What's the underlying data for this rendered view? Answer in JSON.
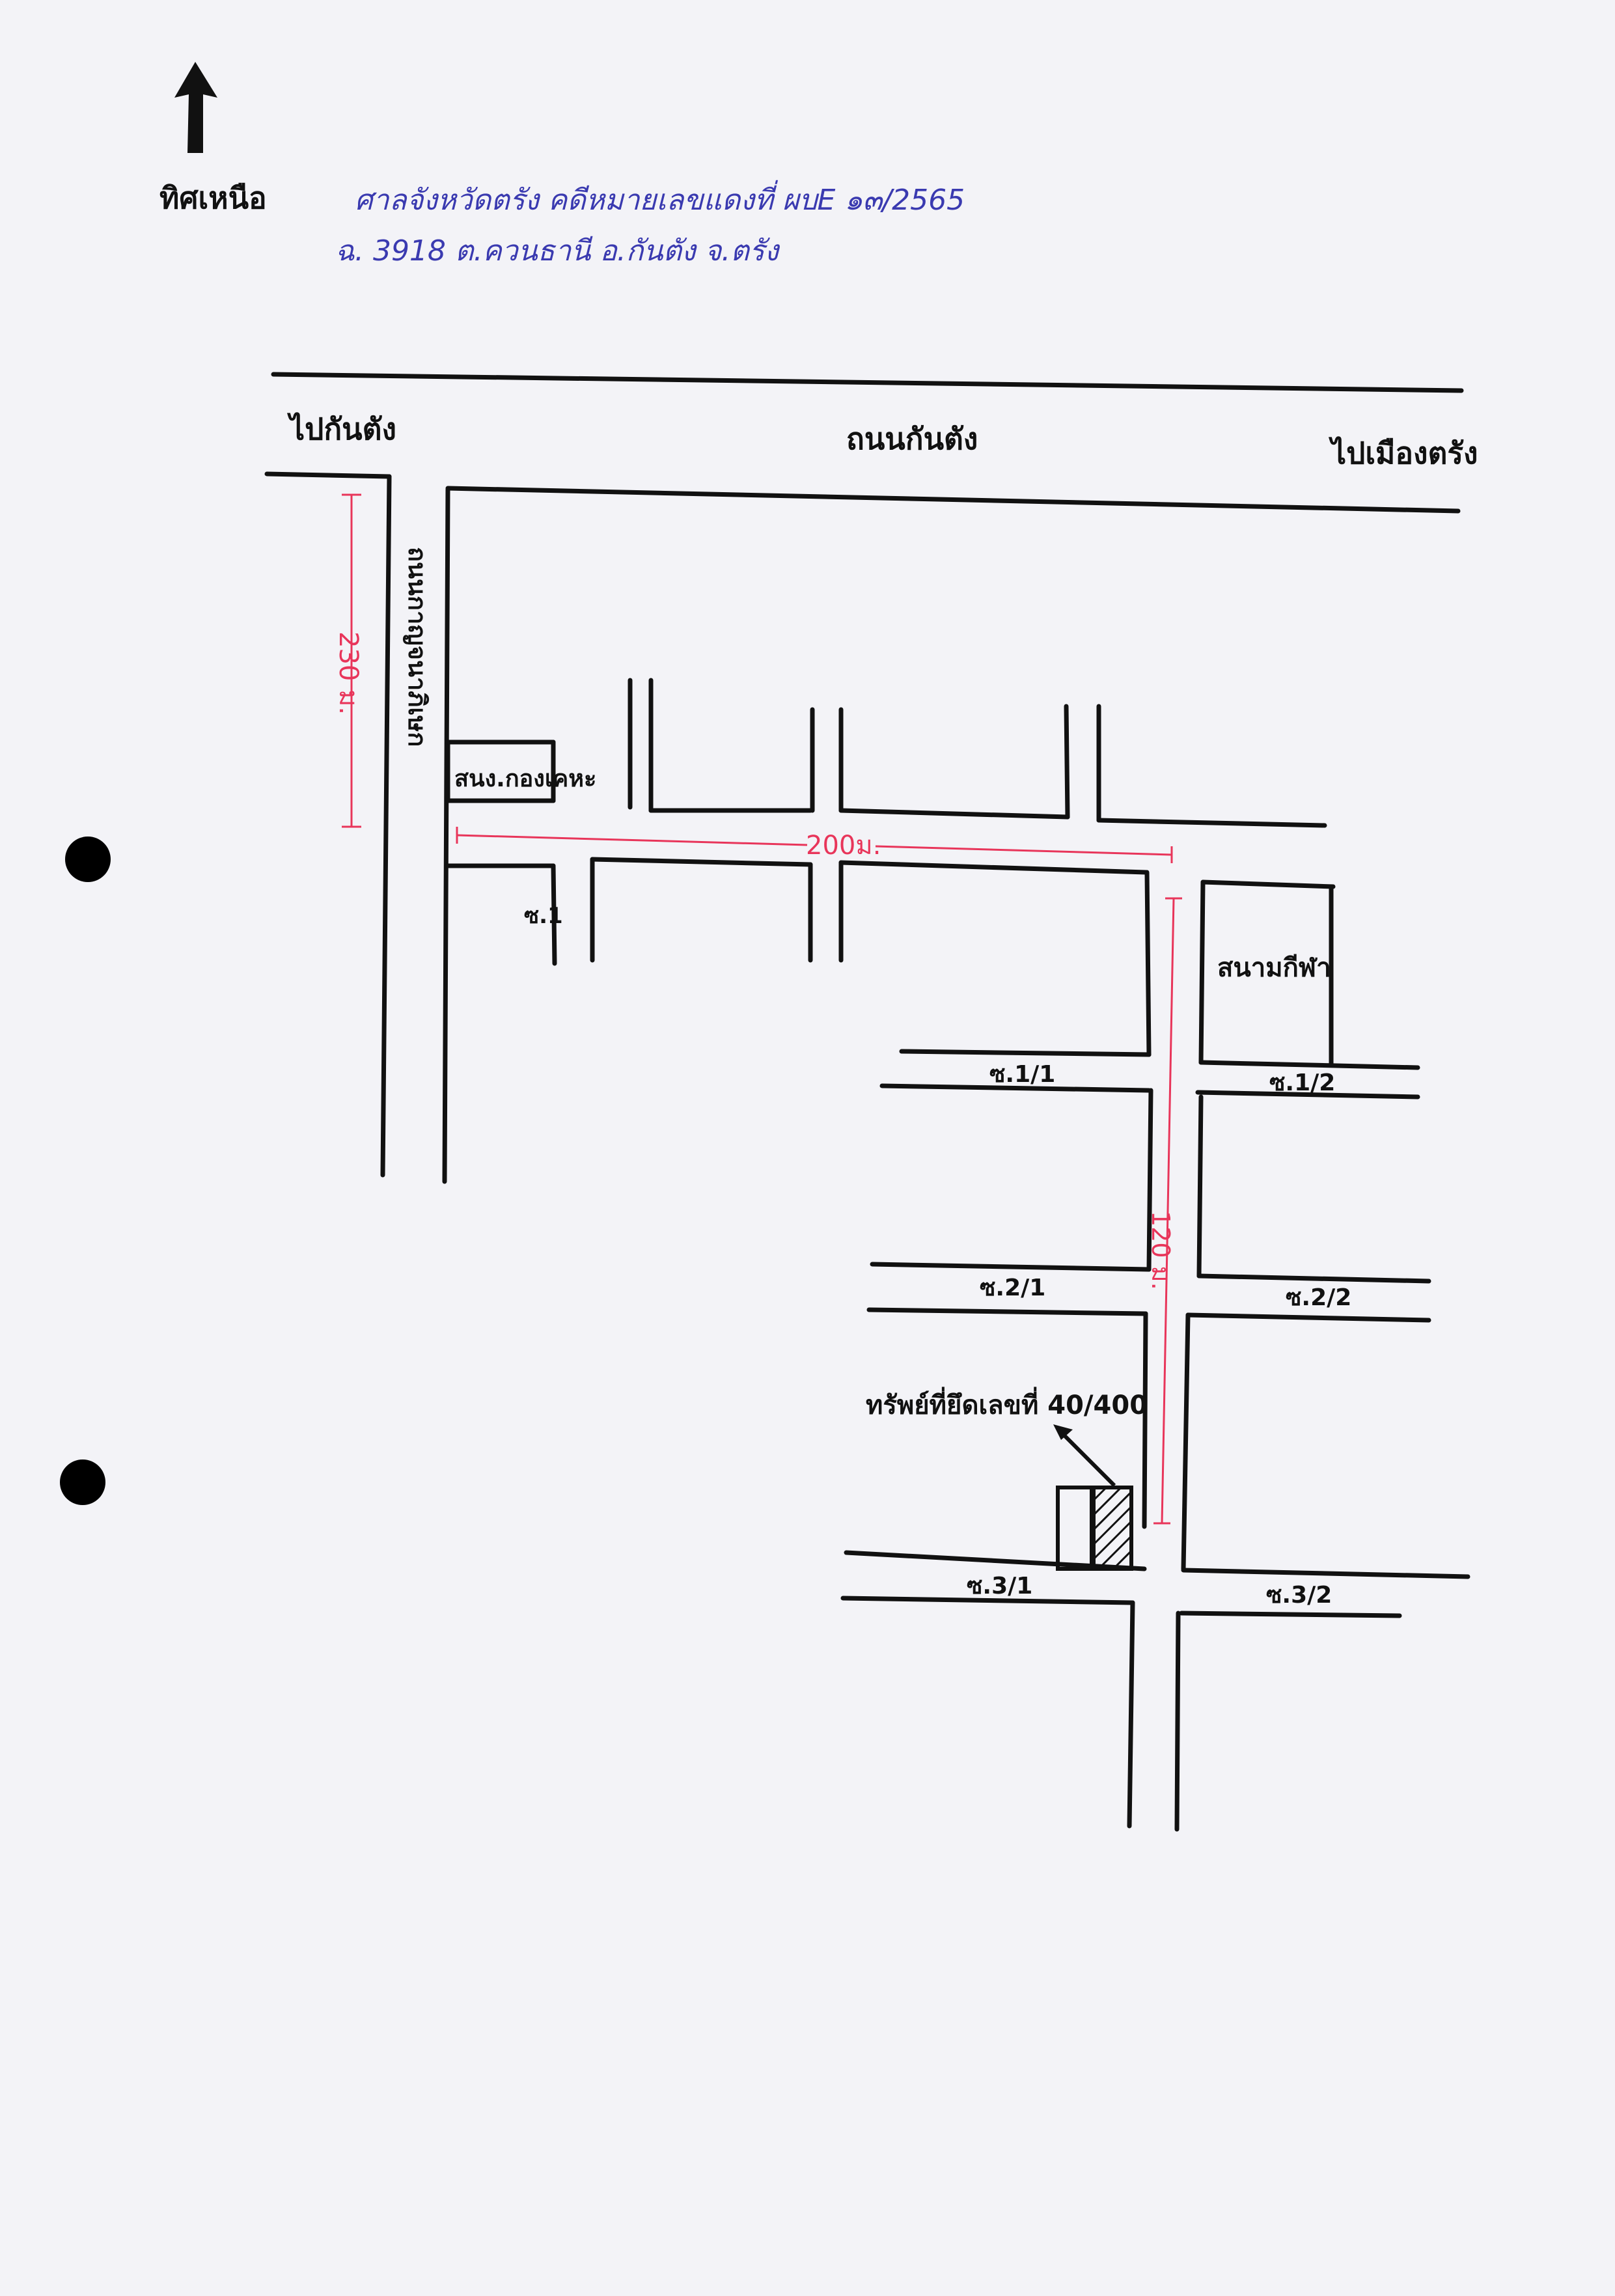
{
  "header": {
    "north_label": "ทิศเหนือ",
    "case_line1": "ศาลจังหวัดตรัง คดีหมายเลขแดงที่ ผบE ๑๓/2565",
    "case_line2": "ฉ. 3918 ต.ควนธานี อ.กันตัง จ.ตรัง"
  },
  "roads": {
    "to_kantang": "ไปกันตัง",
    "main_road": "ถนนกันตัง",
    "to_mueang": "ไปเมืองตรัง",
    "side_road": "ถนนกาญจนาภิเษก"
  },
  "places": {
    "office": "สนง.กองเคหะ",
    "stadium": "สนามกีฬา",
    "property": "ทรัพย์ที่ยึดเลขที่ 40/400"
  },
  "sois": {
    "s1": "ซ.1",
    "s1_1": "ซ.1/1",
    "s1_2": "ซ.1/2",
    "s2_1": "ซ.2/1",
    "s2_2": "ซ.2/2",
    "s3_1": "ซ.3/1",
    "s3_2": "ซ.3/2"
  },
  "distances": {
    "d230": "230 ม.",
    "d200": "200ม.",
    "d120": "120 ม."
  },
  "colors": {
    "road": "#111111",
    "measure": "#e8355a",
    "handwriting": "#3a3ab0",
    "paper": "#f3f3f7"
  }
}
